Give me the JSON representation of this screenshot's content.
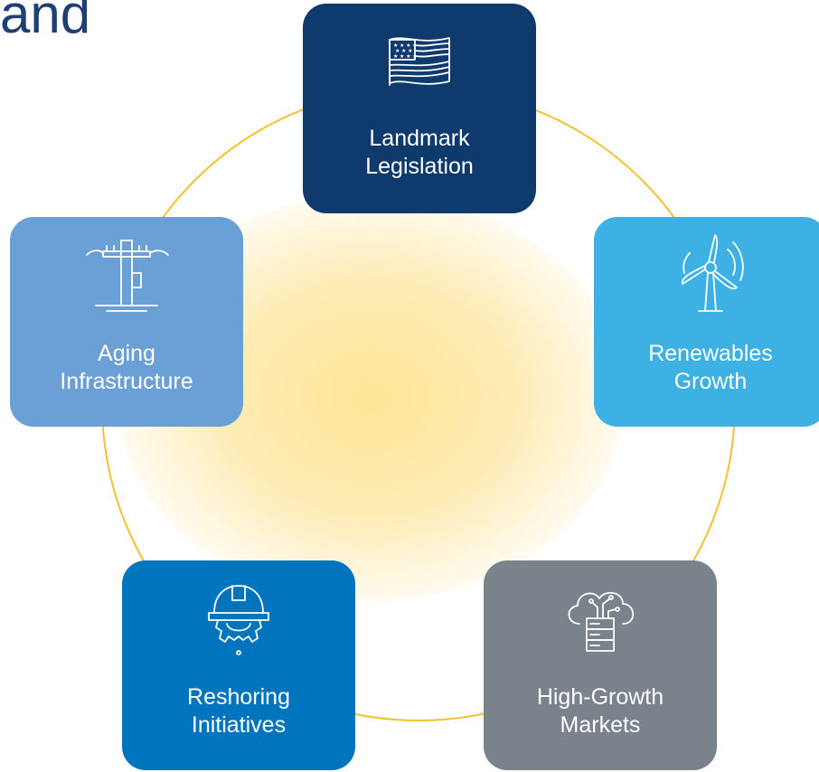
{
  "header": {
    "title_fragment": "and"
  },
  "colors": {
    "ring": "#f3c22e",
    "glow": "#fde182",
    "heading": "#1f3e73",
    "legislation": "#0f3a6e",
    "renewables": "#3db0e4",
    "aging": "#6aa0d6",
    "reshoring": "#0074bc",
    "markets": "#7a838c"
  },
  "cards": [
    {
      "id": "legislation",
      "icon": "us-flag-icon",
      "line1": "Landmark",
      "line2": "Legislation"
    },
    {
      "id": "renewables",
      "icon": "wind-turbine-icon",
      "line1": "Renewables",
      "line2": "Growth"
    },
    {
      "id": "markets",
      "icon": "cloud-server-icon",
      "line1": "High-Growth",
      "line2": "Markets"
    },
    {
      "id": "reshoring",
      "icon": "hardhat-gear-icon",
      "line1": "Reshoring",
      "line2": "Initiatives"
    },
    {
      "id": "aging",
      "icon": "utility-pole-icon",
      "line1": "Aging",
      "line2": "Infrastructure"
    }
  ]
}
